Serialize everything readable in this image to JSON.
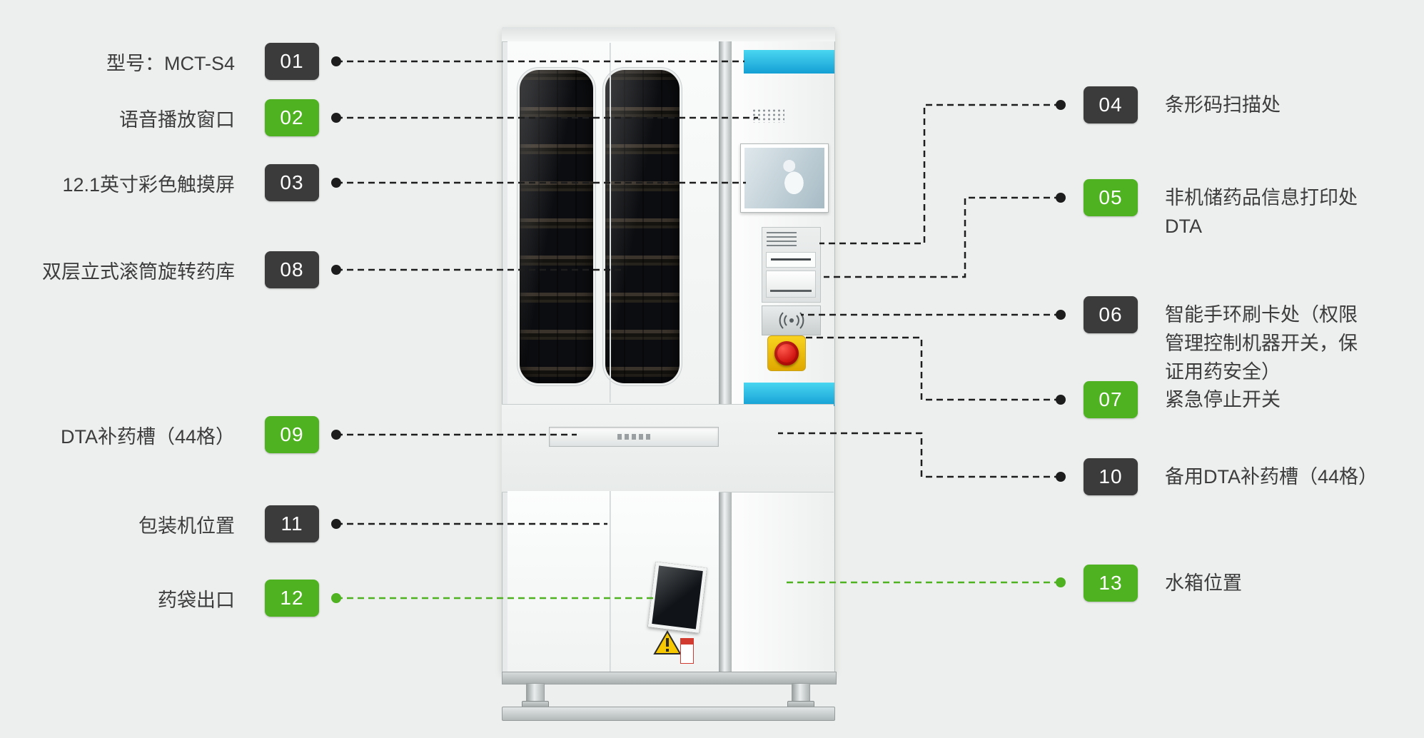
{
  "colors": {
    "background": "#edefee",
    "badge_dark": "#3b3b3b",
    "badge_green": "#4fb321",
    "line_dark": "#1d1d1d",
    "line_green": "#4fb321",
    "accent_cyan": "#22bfe7"
  },
  "callouts": {
    "left": [
      {
        "num": "01",
        "label": "型号：MCT-S4",
        "style": "dark"
      },
      {
        "num": "02",
        "label": "语音播放窗口",
        "style": "green"
      },
      {
        "num": "03",
        "label": "12.1英寸彩色触摸屏",
        "style": "dark"
      },
      {
        "num": "08",
        "label": "双层立式滚筒旋转药库",
        "style": "dark"
      },
      {
        "num": "09",
        "label": "DTA补药槽（44格）",
        "style": "green"
      },
      {
        "num": "11",
        "label": "包装机位置",
        "style": "dark"
      },
      {
        "num": "12",
        "label": "药袋出口",
        "style": "green"
      }
    ],
    "right": [
      {
        "num": "04",
        "label": "条形码扫描处",
        "style": "dark"
      },
      {
        "num": "05",
        "lines": [
          "非机储药品信息打印处",
          "DTA"
        ],
        "style": "green"
      },
      {
        "num": "06",
        "label": "智能手环刷卡处（权限管理控制机器开关，保证用药安全）",
        "style": "dark"
      },
      {
        "num": "07",
        "label": "紧急停止开关",
        "style": "green"
      },
      {
        "num": "10",
        "label": "备用DTA补药槽（44格）",
        "style": "dark"
      },
      {
        "num": "13",
        "label": "水箱位置",
        "style": "green"
      }
    ]
  }
}
